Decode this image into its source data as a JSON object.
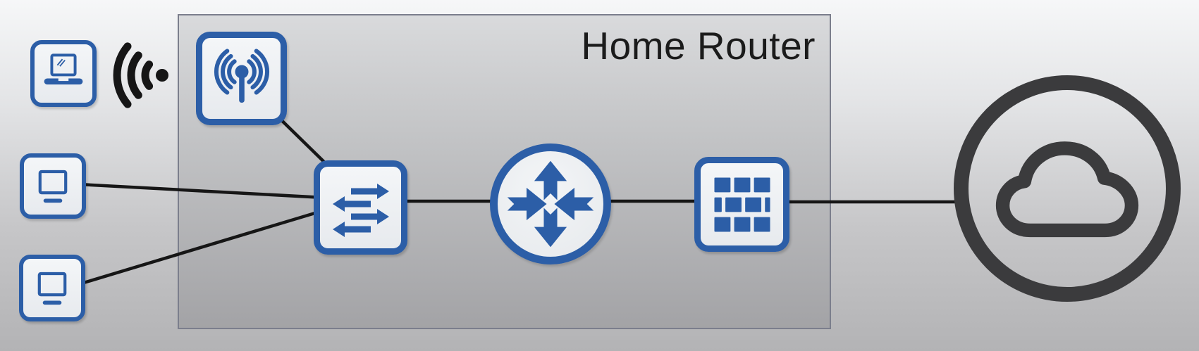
{
  "diagram": {
    "title": "Home Router",
    "group": {
      "label": "Home Router",
      "members": [
        "access-point",
        "switch",
        "router",
        "firewall"
      ]
    },
    "nodes": [
      {
        "id": "laptop",
        "icon": "laptop-icon"
      },
      {
        "id": "wifi-signal",
        "icon": "wifi-waves-icon"
      },
      {
        "id": "desktop-1",
        "icon": "desktop-monitor-icon"
      },
      {
        "id": "desktop-2",
        "icon": "desktop-monitor-icon"
      },
      {
        "id": "access-point",
        "icon": "wireless-access-point-icon"
      },
      {
        "id": "switch",
        "icon": "network-switch-icon"
      },
      {
        "id": "router",
        "icon": "router-icon"
      },
      {
        "id": "firewall",
        "icon": "firewall-icon"
      },
      {
        "id": "internet",
        "icon": "cloud-icon"
      }
    ],
    "edges": [
      {
        "from": "laptop",
        "to": "access-point",
        "type": "wireless"
      },
      {
        "from": "access-point",
        "to": "switch",
        "type": "wired"
      },
      {
        "from": "desktop-1",
        "to": "switch",
        "type": "wired"
      },
      {
        "from": "desktop-2",
        "to": "switch",
        "type": "wired"
      },
      {
        "from": "switch",
        "to": "router",
        "type": "wired"
      },
      {
        "from": "router",
        "to": "firewall",
        "type": "wired"
      },
      {
        "from": "firewall",
        "to": "internet",
        "type": "wired"
      }
    ]
  },
  "colors": {
    "icon-blue": "#2c5ea7",
    "icon-fill": "#eef0f3",
    "line-black": "#161616",
    "cloud-gray": "#3b3b3d",
    "title-text": "#1b1b1b",
    "box-border": "#7b7e8c",
    "box-top": "#d9dadc",
    "box-bottom": "#a3a3a6",
    "bg-top": "#f6f7f8",
    "bg-bottom": "#b3b3b5"
  }
}
